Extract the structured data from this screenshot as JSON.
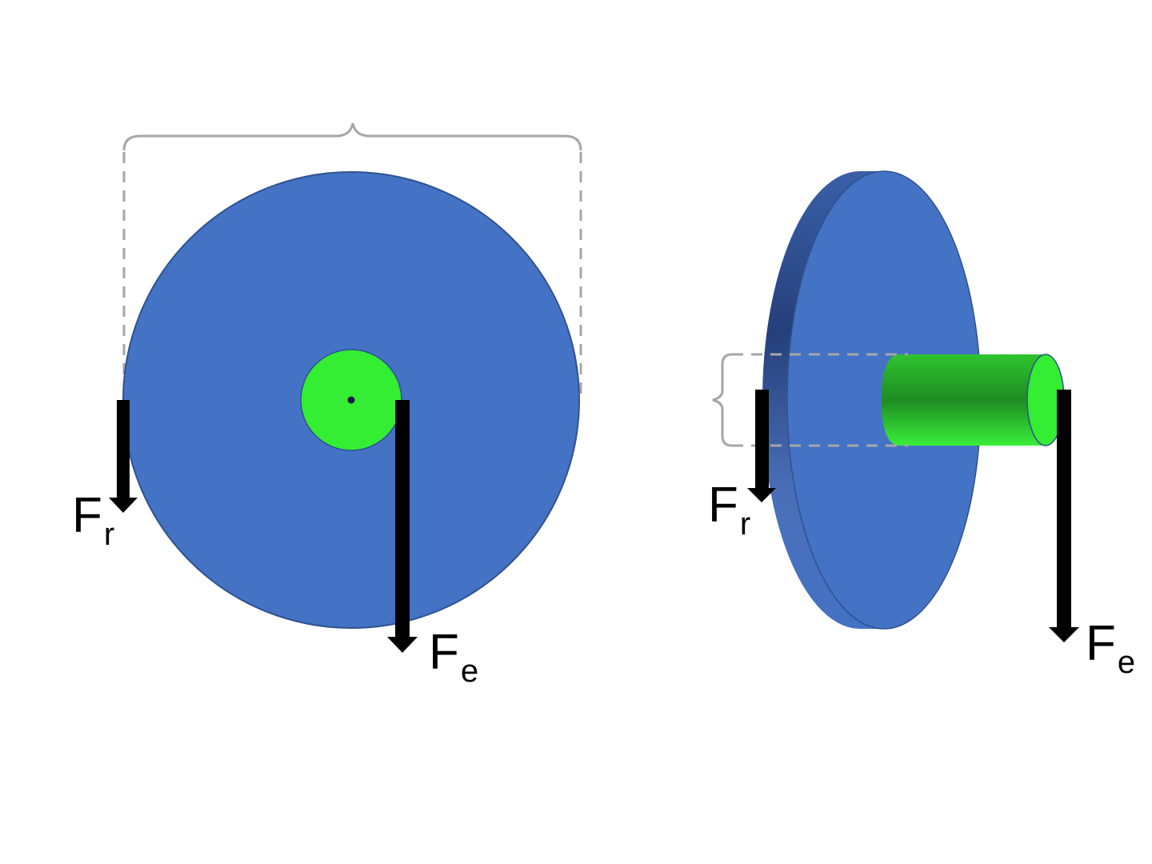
{
  "colors": {
    "disk": "#4472c4",
    "disk_edge": "#2f528f",
    "disk_side": "#2e4a80",
    "hub": "#33ee33",
    "shaft_dark": "#1e8c22",
    "brace": "#a6a6a6",
    "arrow": "#000000"
  },
  "front_view": {
    "force_rim": {
      "symbol": "F",
      "subscript": "r"
    },
    "force_hub": {
      "symbol": "F",
      "subscript": "e"
    }
  },
  "side_view": {
    "force_rim": {
      "symbol": "F",
      "subscript": "r"
    },
    "force_hub": {
      "symbol": "F",
      "subscript": "e"
    }
  }
}
